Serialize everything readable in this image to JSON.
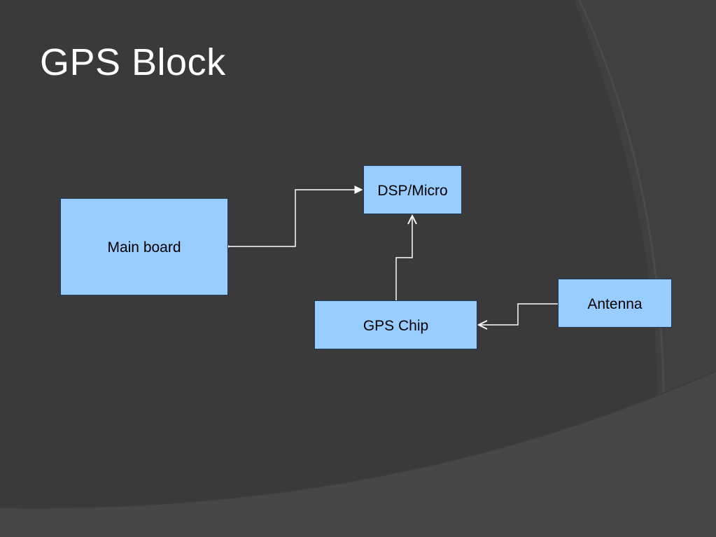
{
  "slide": {
    "title": "GPS Block"
  },
  "diagram": {
    "nodes": {
      "main_board": "Main board",
      "dsp_micro": "DSP/Micro",
      "gps_chip": "GPS Chip",
      "antenna": "Antenna"
    },
    "edges": [
      {
        "from": "dsp_micro",
        "to": "main_board",
        "direction": "bidirectional"
      },
      {
        "from": "gps_chip",
        "to": "dsp_micro",
        "direction": "to"
      },
      {
        "from": "antenna",
        "to": "gps_chip",
        "direction": "to"
      }
    ]
  },
  "colors": {
    "background": "#3a3a3a",
    "background_arc": "#464646",
    "box_fill": "#99ccff",
    "box_border": "#1f3b5a",
    "connector": "#ffffff",
    "title_text": "#ffffff"
  }
}
